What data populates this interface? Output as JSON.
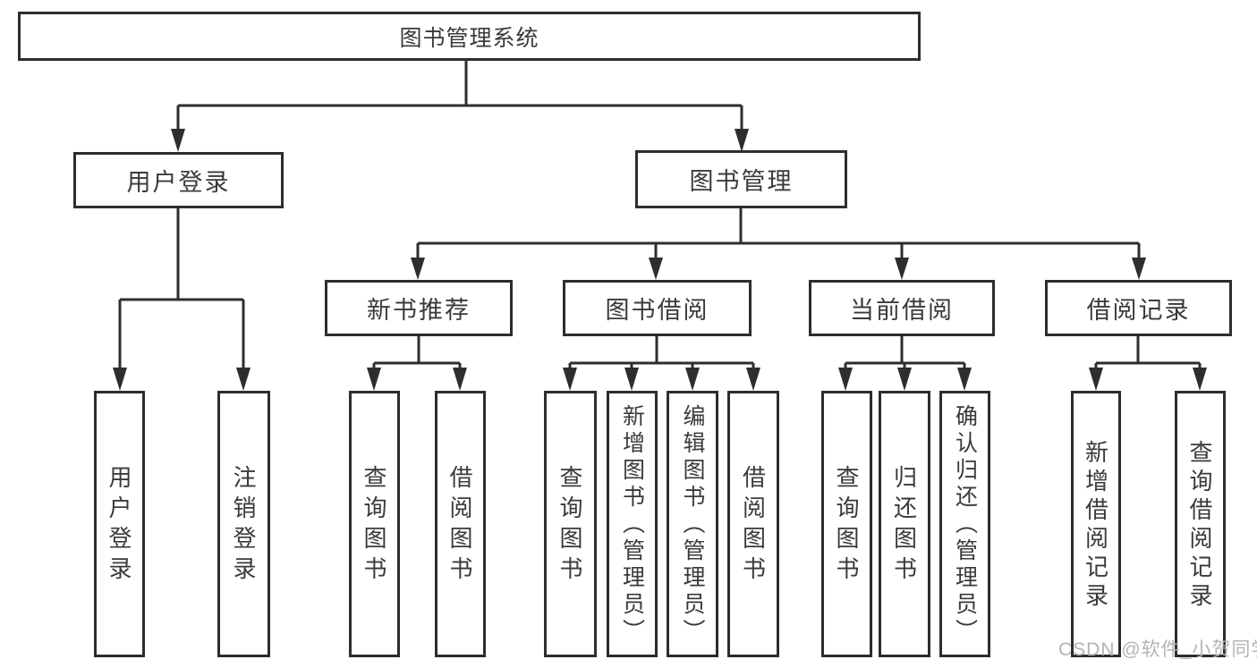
{
  "tree": {
    "root": "图书管理系统",
    "branches": [
      {
        "label": "用户登录",
        "children": [
          {
            "label": "用户登录"
          },
          {
            "label": "注销登录"
          }
        ]
      },
      {
        "label": "图书管理",
        "children": [
          {
            "label": "新书推荐",
            "children": [
              {
                "label": "查询图书"
              },
              {
                "label": "借阅图书"
              }
            ]
          },
          {
            "label": "图书借阅",
            "children": [
              {
                "label": "查询图书"
              },
              {
                "label": "新增图书（管理员）"
              },
              {
                "label": "编辑图书（管理员）"
              },
              {
                "label": "借阅图书"
              }
            ]
          },
          {
            "label": "当前借阅",
            "children": [
              {
                "label": "查询图书"
              },
              {
                "label": "归还图书"
              },
              {
                "label": "确认归还（管理员）"
              }
            ]
          },
          {
            "label": "借阅记录",
            "children": [
              {
                "label": "新增借阅记录"
              },
              {
                "label": "查询借阅记录"
              }
            ]
          }
        ]
      }
    ]
  },
  "watermark": "CSDN @软件_小贺同学",
  "colors": {
    "line": "#2e2e2e",
    "border": "#2d2d2d",
    "text": "#3a3a3a",
    "watermark": "#b4b4b4",
    "background": "#ffffff"
  }
}
